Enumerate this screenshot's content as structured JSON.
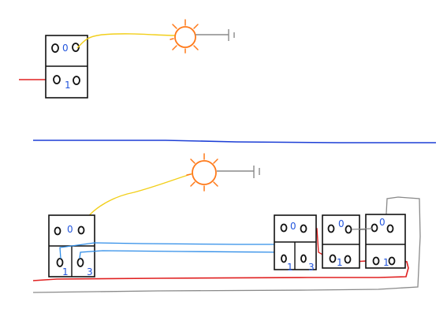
{
  "colors": {
    "phase": "#e02020",
    "neutral": "#8a8a8a",
    "lamp_wire": "#f2cf1a",
    "traveler": "#2f8de8",
    "divider": "#1d3fd6",
    "lamp": "#ff7a1a",
    "label": "#2255dd"
  },
  "icons": {
    "lamp": "lamp-icon",
    "ground": "ground-icon"
  },
  "top_circuit": {
    "switch": {
      "terminal_top": "0",
      "terminal_bottom": "1"
    }
  },
  "bottom_circuit": {
    "switch_left": {
      "common": "0",
      "traveler_a": "1",
      "traveler_b": "3"
    },
    "switch_middle": {
      "common": "0",
      "traveler_a": "1",
      "traveler_b": "3"
    },
    "relay_a": {
      "top": "0",
      "bottom": "1"
    },
    "relay_b": {
      "top": "0",
      "bottom": "1"
    }
  }
}
